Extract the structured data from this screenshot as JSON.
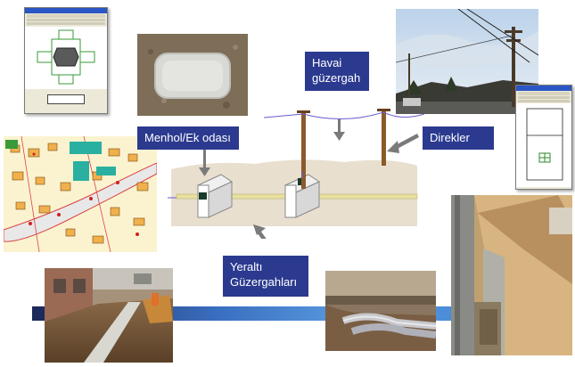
{
  "labels": {
    "havai": "Havai\ngüzergah",
    "menhol": "Menhol/Ek odası",
    "direkler": "Direkler",
    "yeralti": "Yeraltı\nGüzergahları"
  },
  "colors": {
    "label_bg": "#2b3a8f",
    "band_dark": "#1c2a5c",
    "band_light": "#4a8fd8",
    "soil": "#e8dfcf",
    "pole": "#8b5a2b",
    "cable": "#6a5acd"
  },
  "icons": {
    "arrow": "gray-arrow-icon",
    "manhole": "manhole-box-icon",
    "pole": "utility-pole-icon"
  }
}
